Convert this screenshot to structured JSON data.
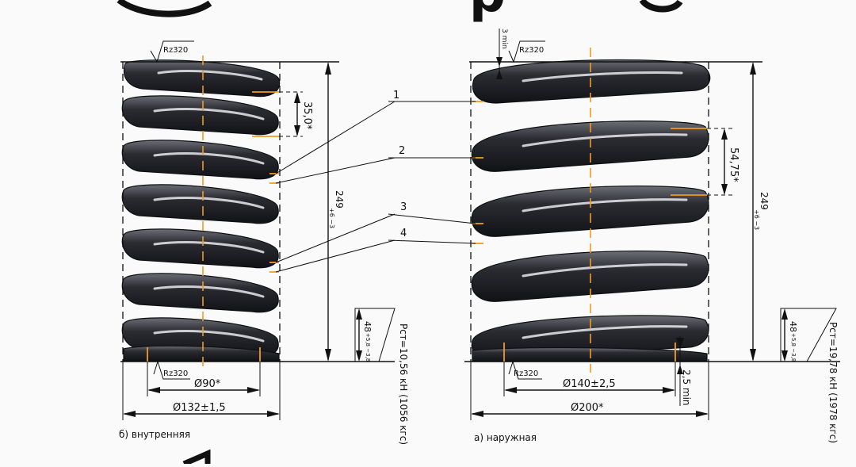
{
  "header": {
    "title_fragment": "р"
  },
  "inner_spring": {
    "caption": "б) внутренняя",
    "pitch": "35,0*",
    "height": "249",
    "height_tol": "+6 −3",
    "diam_inner": "Ø90*",
    "diam_outer": "Ø132±1,5",
    "deflection": "48",
    "deflection_tol": "+5,8 −3,8",
    "force": "Pст=10,56 кН (1056 кгс)",
    "roughness_top": "Rz320",
    "roughness_bottom": "Rz320"
  },
  "outer_spring": {
    "caption": "а) наружная",
    "pitch": "54,75*",
    "height": "249",
    "height_tol": "+6 −3",
    "diam_inner": "Ø140±2,5",
    "diam_outer": "Ø200*",
    "deflection": "48",
    "deflection_tol": "+5,8 −3,8",
    "force": "Pст=19,78 кН (1978 кгс)",
    "gap_top": "3 min",
    "gap_bottom": "2,5 min",
    "roughness_top": "Rz320",
    "roughness_bottom": "Rz320"
  },
  "callouts": [
    "1",
    "2",
    "3",
    "4"
  ],
  "colors": {
    "spring": "#1e1f24",
    "axis": "#f39a22",
    "ink": "#111111"
  }
}
